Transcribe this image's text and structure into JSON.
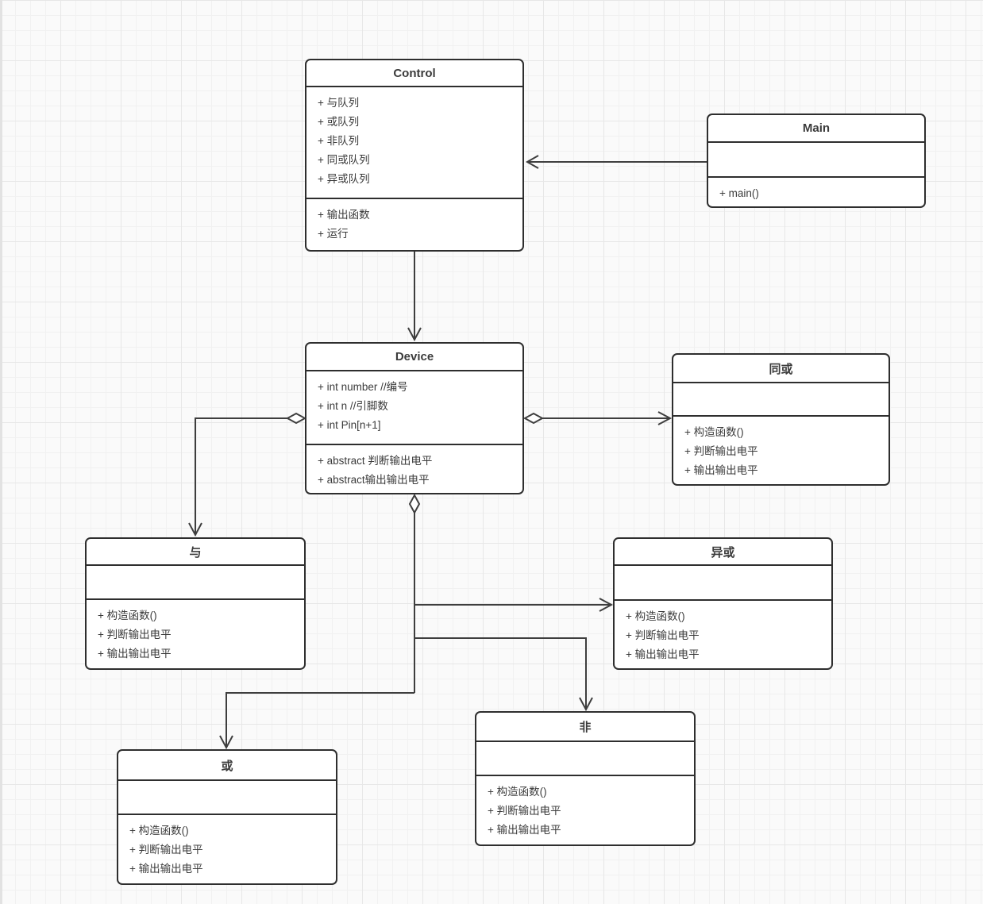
{
  "colors": {
    "box_border": "#2e2e2e",
    "connector_line": "#3e3e3e",
    "box_fill": "#ffffff",
    "text": "#3b3b3b",
    "background": "#fafafa",
    "grid_minor": "#f1f1f1",
    "grid_major": "#e7e7e7"
  },
  "classes": {
    "control": {
      "title": "Control",
      "attributes": [
        "+ 与队列",
        "+ 或队列",
        "+ 非队列",
        "+ 同或队列",
        "+ 异或队列"
      ],
      "methods": [
        "+ 输出函数",
        "+ 运行"
      ]
    },
    "main": {
      "title": "Main",
      "attributes": [],
      "methods": [
        "+ main()"
      ]
    },
    "device": {
      "title": "Device",
      "attributes": [
        "+ int number //编号",
        "+ int n //引脚数",
        "+ int Pin[n+1]"
      ],
      "methods": [
        "+ abstract 判断输出电平",
        "+ abstract输出输出电平"
      ]
    },
    "xnor": {
      "title": "同或",
      "attributes": [],
      "methods": [
        "+ 构造函数()",
        "+ 判断输出电平",
        "+ 输出输出电平"
      ]
    },
    "and": {
      "title": "与",
      "attributes": [],
      "methods": [
        "+ 构造函数()",
        "+ 判断输出电平",
        "+ 输出输出电平"
      ]
    },
    "xor": {
      "title": "异或",
      "attributes": [],
      "methods": [
        "+ 构造函数()",
        "+ 判断输出电平",
        "+ 输出输出电平"
      ]
    },
    "or": {
      "title": "或",
      "attributes": [],
      "methods": [
        "+ 构造函数()",
        "+ 判断输出电平",
        "+ 输出输出电平"
      ]
    },
    "not": {
      "title": "非",
      "attributes": [],
      "methods": [
        "+ 构造函数()",
        "+ 判断输出电平",
        "+ 输出输出电平"
      ]
    }
  },
  "connectors": [
    {
      "from": "Main",
      "to": "Control",
      "end": "open-arrow"
    },
    {
      "from": "Control",
      "to": "Device",
      "end": "open-arrow"
    },
    {
      "from": "Device",
      "to": "与",
      "start": "hollow-diamond",
      "end": "open-arrow"
    },
    {
      "from": "Device",
      "to": "同或",
      "start": "hollow-diamond",
      "end": "open-arrow"
    },
    {
      "from": "Device",
      "to": "异或",
      "start": "hollow-diamond",
      "end": "open-arrow"
    },
    {
      "from": "Device",
      "to": "非",
      "start": "hollow-diamond",
      "end": "open-arrow"
    },
    {
      "from": "Device",
      "to": "或",
      "start": "hollow-diamond",
      "end": "open-arrow"
    }
  ]
}
